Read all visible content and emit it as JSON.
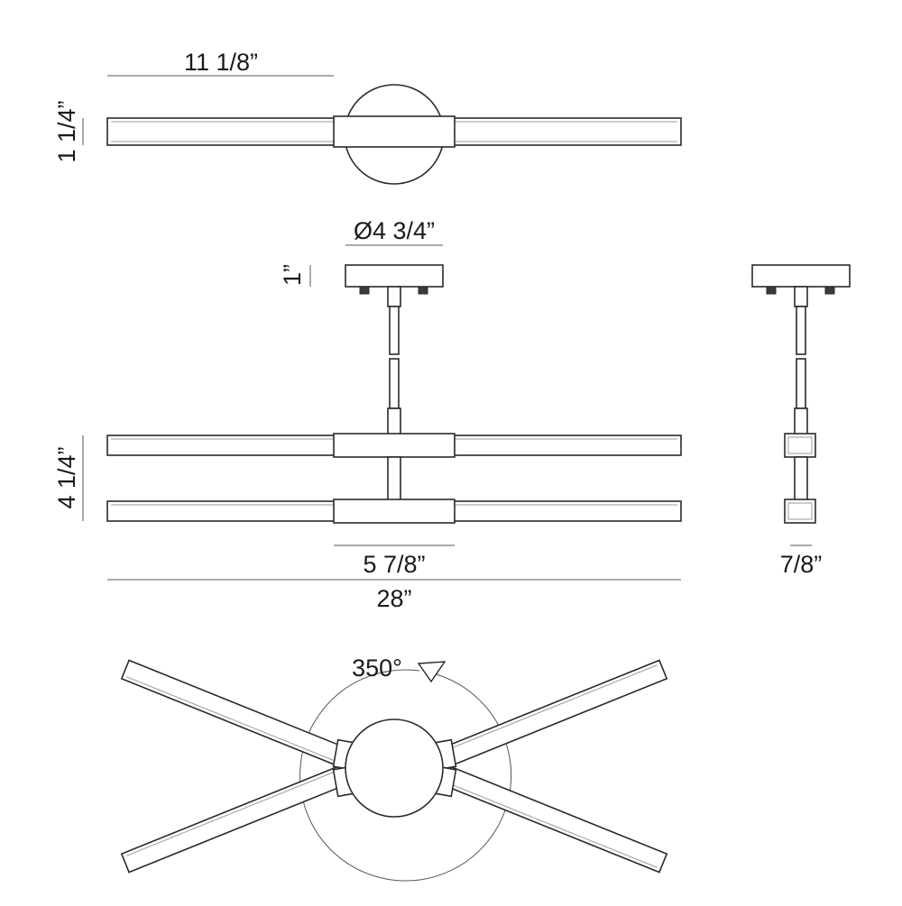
{
  "dimensions": {
    "top_width": "11 1/8”",
    "top_height": "1 1/4”",
    "canopy_diameter": "Ø4 3/4”",
    "canopy_height": "1”",
    "fixture_height": "4 1/4”",
    "center_width": "5 7/8”",
    "total_width": "28”",
    "side_depth": "7/8”",
    "rotation": "350°"
  }
}
